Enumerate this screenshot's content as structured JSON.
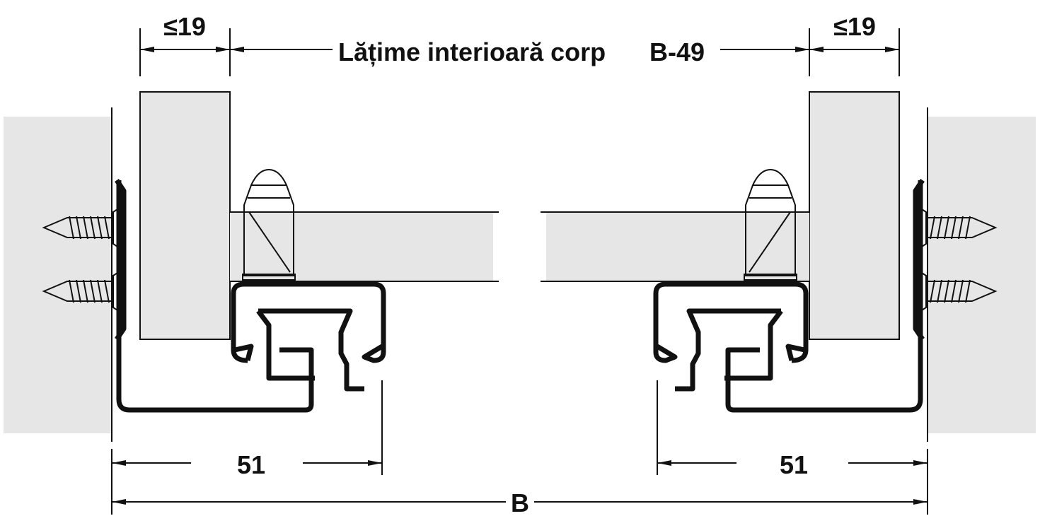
{
  "dimensions": {
    "side_thickness_left": "≤19",
    "side_thickness_right": "≤19",
    "inner_width_label": "Lățime interioară corp",
    "inner_width_formula": "B-49",
    "rail_width_left": "51",
    "rail_width_right": "51",
    "overall_width": "B"
  },
  "colors": {
    "panel": "#e6e6e6",
    "line": "#111111"
  }
}
